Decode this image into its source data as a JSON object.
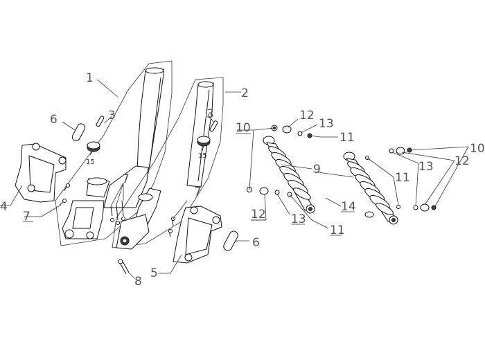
{
  "diagram": {
    "callouts": {
      "c1": "1",
      "c2": "2",
      "c3a": "3",
      "c3b": "3",
      "c4": "4",
      "c5": "5",
      "c6a": "6",
      "c6b": "6",
      "c7a": "7",
      "c7b": "7",
      "c7c": "7",
      "c8": "8",
      "c9": "9",
      "c10a": "10",
      "c10b": "10",
      "c11a": "11",
      "c11b": "11",
      "c11c": "11",
      "c12a": "12",
      "c12b": "12",
      "c12c": "12",
      "c13a": "13",
      "c13b": "13",
      "c13c": "13",
      "c14": "14",
      "c15a": "15",
      "c15b": "15"
    }
  }
}
